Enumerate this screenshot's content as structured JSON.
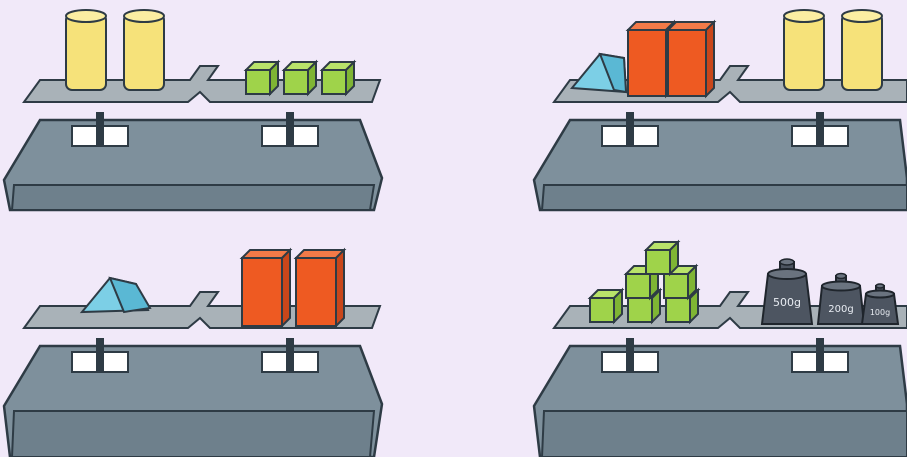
{
  "scene": {
    "background": "#f1e9f9",
    "scales": [
      {
        "id": "top-left",
        "left_pan": [
          {
            "kind": "cylinder",
            "count": 2
          }
        ],
        "right_pan": [
          {
            "kind": "cube",
            "count": 3
          }
        ]
      },
      {
        "id": "top-right",
        "left_pan": [
          {
            "kind": "prism",
            "count": 1
          },
          {
            "kind": "cuboid",
            "count": 2
          }
        ],
        "right_pan": [
          {
            "kind": "cylinder",
            "count": 2
          }
        ]
      },
      {
        "id": "bottom-left",
        "left_pan": [
          {
            "kind": "prism",
            "count": 1
          }
        ],
        "right_pan": [
          {
            "kind": "cuboid",
            "count": 2
          }
        ]
      },
      {
        "id": "bottom-right",
        "left_pan": [
          {
            "kind": "cube",
            "count": 6
          }
        ],
        "right_pan": [
          {
            "kind": "mass",
            "count": 3
          }
        ]
      }
    ],
    "masses": {
      "large": "500g",
      "medium": "200g",
      "small": "100g"
    },
    "colors": {
      "cylinder": "#f6e27a",
      "cube": "#9fd34a",
      "cuboid": "#ee5a22",
      "prism": "#7ccfe6",
      "scale_body": "#7e909c",
      "pan": "#a9b2b8",
      "mass": "#4d5561"
    }
  }
}
